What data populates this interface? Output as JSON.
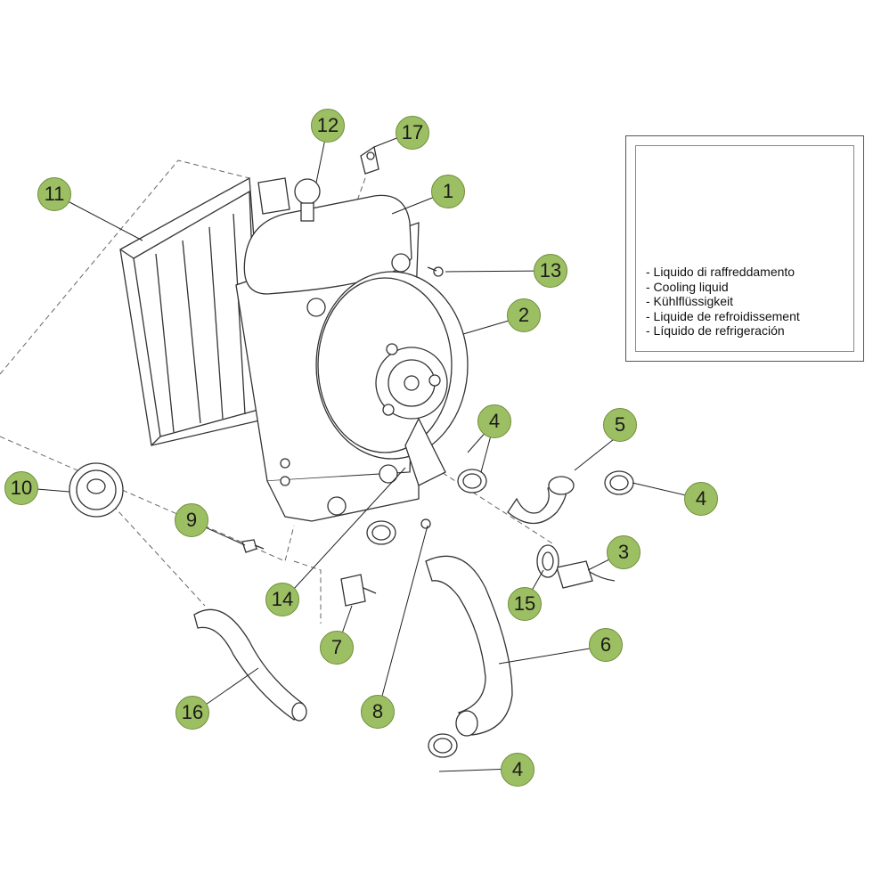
{
  "callouts": [
    {
      "id": "c1",
      "label": "1"
    },
    {
      "id": "c2",
      "label": "2"
    },
    {
      "id": "c3",
      "label": "3"
    },
    {
      "id": "c4a",
      "label": "4"
    },
    {
      "id": "c4b",
      "label": "4"
    },
    {
      "id": "c4c",
      "label": "4"
    },
    {
      "id": "c5",
      "label": "5"
    },
    {
      "id": "c6",
      "label": "6"
    },
    {
      "id": "c7",
      "label": "7"
    },
    {
      "id": "c8",
      "label": "8"
    },
    {
      "id": "c9",
      "label": "9"
    },
    {
      "id": "c10",
      "label": "10"
    },
    {
      "id": "c11",
      "label": "11"
    },
    {
      "id": "c12",
      "label": "12"
    },
    {
      "id": "c13",
      "label": "13"
    },
    {
      "id": "c14",
      "label": "14"
    },
    {
      "id": "c15",
      "label": "15"
    },
    {
      "id": "c16",
      "label": "16"
    },
    {
      "id": "c17",
      "label": "17"
    }
  ],
  "legend": {
    "items": [
      "- Liquido di raffreddamento",
      "- Cooling liquid",
      "- Kühlflüssigkeit",
      "- Liquide de refroidissement",
      "- Líquido de refrigeración"
    ],
    "icon": "coolant-container-icon"
  },
  "colors": {
    "callout_fill": "#9dbf63",
    "callout_border": "#6f8f3c",
    "line": "#333333"
  }
}
